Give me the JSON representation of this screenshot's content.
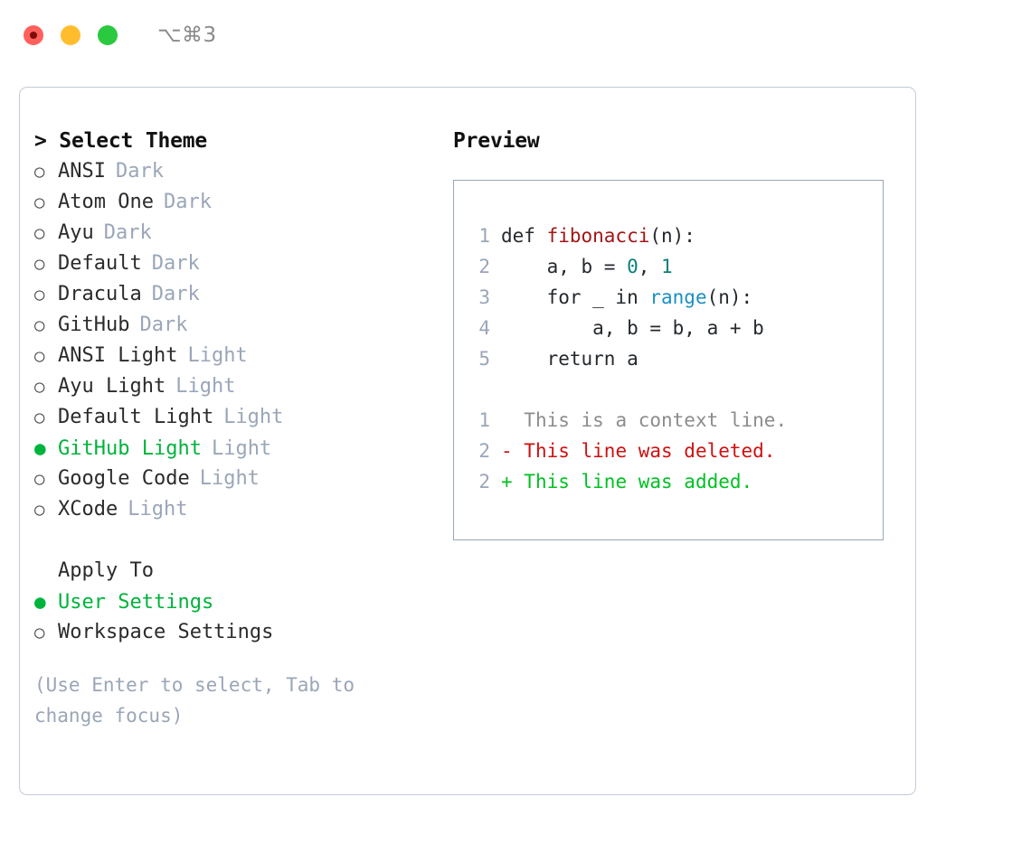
{
  "window": {
    "shortcut_label": "⌥⌘3",
    "traffic_lights": {
      "close_color": "#ff605c",
      "minimize_color": "#ffbd2e",
      "maximize_color": "#2ac940"
    }
  },
  "theme_picker": {
    "title": "> Select Theme",
    "bullet_unselected": "○",
    "bullet_selected": "●",
    "items": [
      {
        "name": "ANSI",
        "tag": "Dark",
        "selected": false
      },
      {
        "name": "Atom One",
        "tag": "Dark",
        "selected": false
      },
      {
        "name": "Ayu",
        "tag": "Dark",
        "selected": false
      },
      {
        "name": "Default",
        "tag": "Dark",
        "selected": false
      },
      {
        "name": "Dracula",
        "tag": "Dark",
        "selected": false
      },
      {
        "name": "GitHub",
        "tag": "Dark",
        "selected": false
      },
      {
        "name": "ANSI Light",
        "tag": "Light",
        "selected": false
      },
      {
        "name": "Ayu Light",
        "tag": "Light",
        "selected": false
      },
      {
        "name": "Default Light",
        "tag": "Light",
        "selected": false
      },
      {
        "name": "GitHub Light",
        "tag": "Light",
        "selected": true
      },
      {
        "name": "Google Code",
        "tag": "Light",
        "selected": false
      },
      {
        "name": "XCode",
        "tag": "Light",
        "selected": false
      }
    ]
  },
  "apply_to": {
    "heading": "Apply To",
    "options": [
      {
        "name": "User Settings",
        "selected": true
      },
      {
        "name": "Workspace Settings",
        "selected": false
      }
    ]
  },
  "hint": "(Use Enter to select, Tab to change focus)",
  "preview": {
    "title": "Preview",
    "code_lines": [
      {
        "num": "1",
        "segments": [
          {
            "text": "def ",
            "type": "plain"
          },
          {
            "text": "fibonacci",
            "type": "function"
          },
          {
            "text": "(n):",
            "type": "plain"
          }
        ]
      },
      {
        "num": "2",
        "segments": [
          {
            "text": "    a, b = ",
            "type": "plain"
          },
          {
            "text": "0",
            "type": "number"
          },
          {
            "text": ", ",
            "type": "plain"
          },
          {
            "text": "1",
            "type": "number"
          }
        ]
      },
      {
        "num": "3",
        "segments": [
          {
            "text": "    for _ in ",
            "type": "plain"
          },
          {
            "text": "range",
            "type": "call"
          },
          {
            "text": "(n):",
            "type": "plain"
          }
        ]
      },
      {
        "num": "4",
        "segments": [
          {
            "text": "        a, b = b, a + b",
            "type": "plain"
          }
        ]
      },
      {
        "num": "5",
        "segments": [
          {
            "text": "    return a",
            "type": "plain"
          }
        ]
      }
    ],
    "diff_lines": [
      {
        "num": "1",
        "marker": "  ",
        "text": "This is a context line.",
        "type": "context"
      },
      {
        "num": "2",
        "marker": "- ",
        "text": "This line was deleted.",
        "type": "deleted"
      },
      {
        "num": "2",
        "marker": "+ ",
        "text": "This line was added.",
        "type": "added"
      }
    ]
  },
  "colors": {
    "accent_green": "#00b33c",
    "tag_gray": "#9aa6b8",
    "diff_deleted": "#cc1111",
    "diff_added": "#00c122",
    "syntax_function": "#a31515",
    "syntax_number": "#0a7f77",
    "syntax_call": "#1a8fc4",
    "card_border": "#c3cbd8",
    "panel_border": "#9aa6b8"
  }
}
